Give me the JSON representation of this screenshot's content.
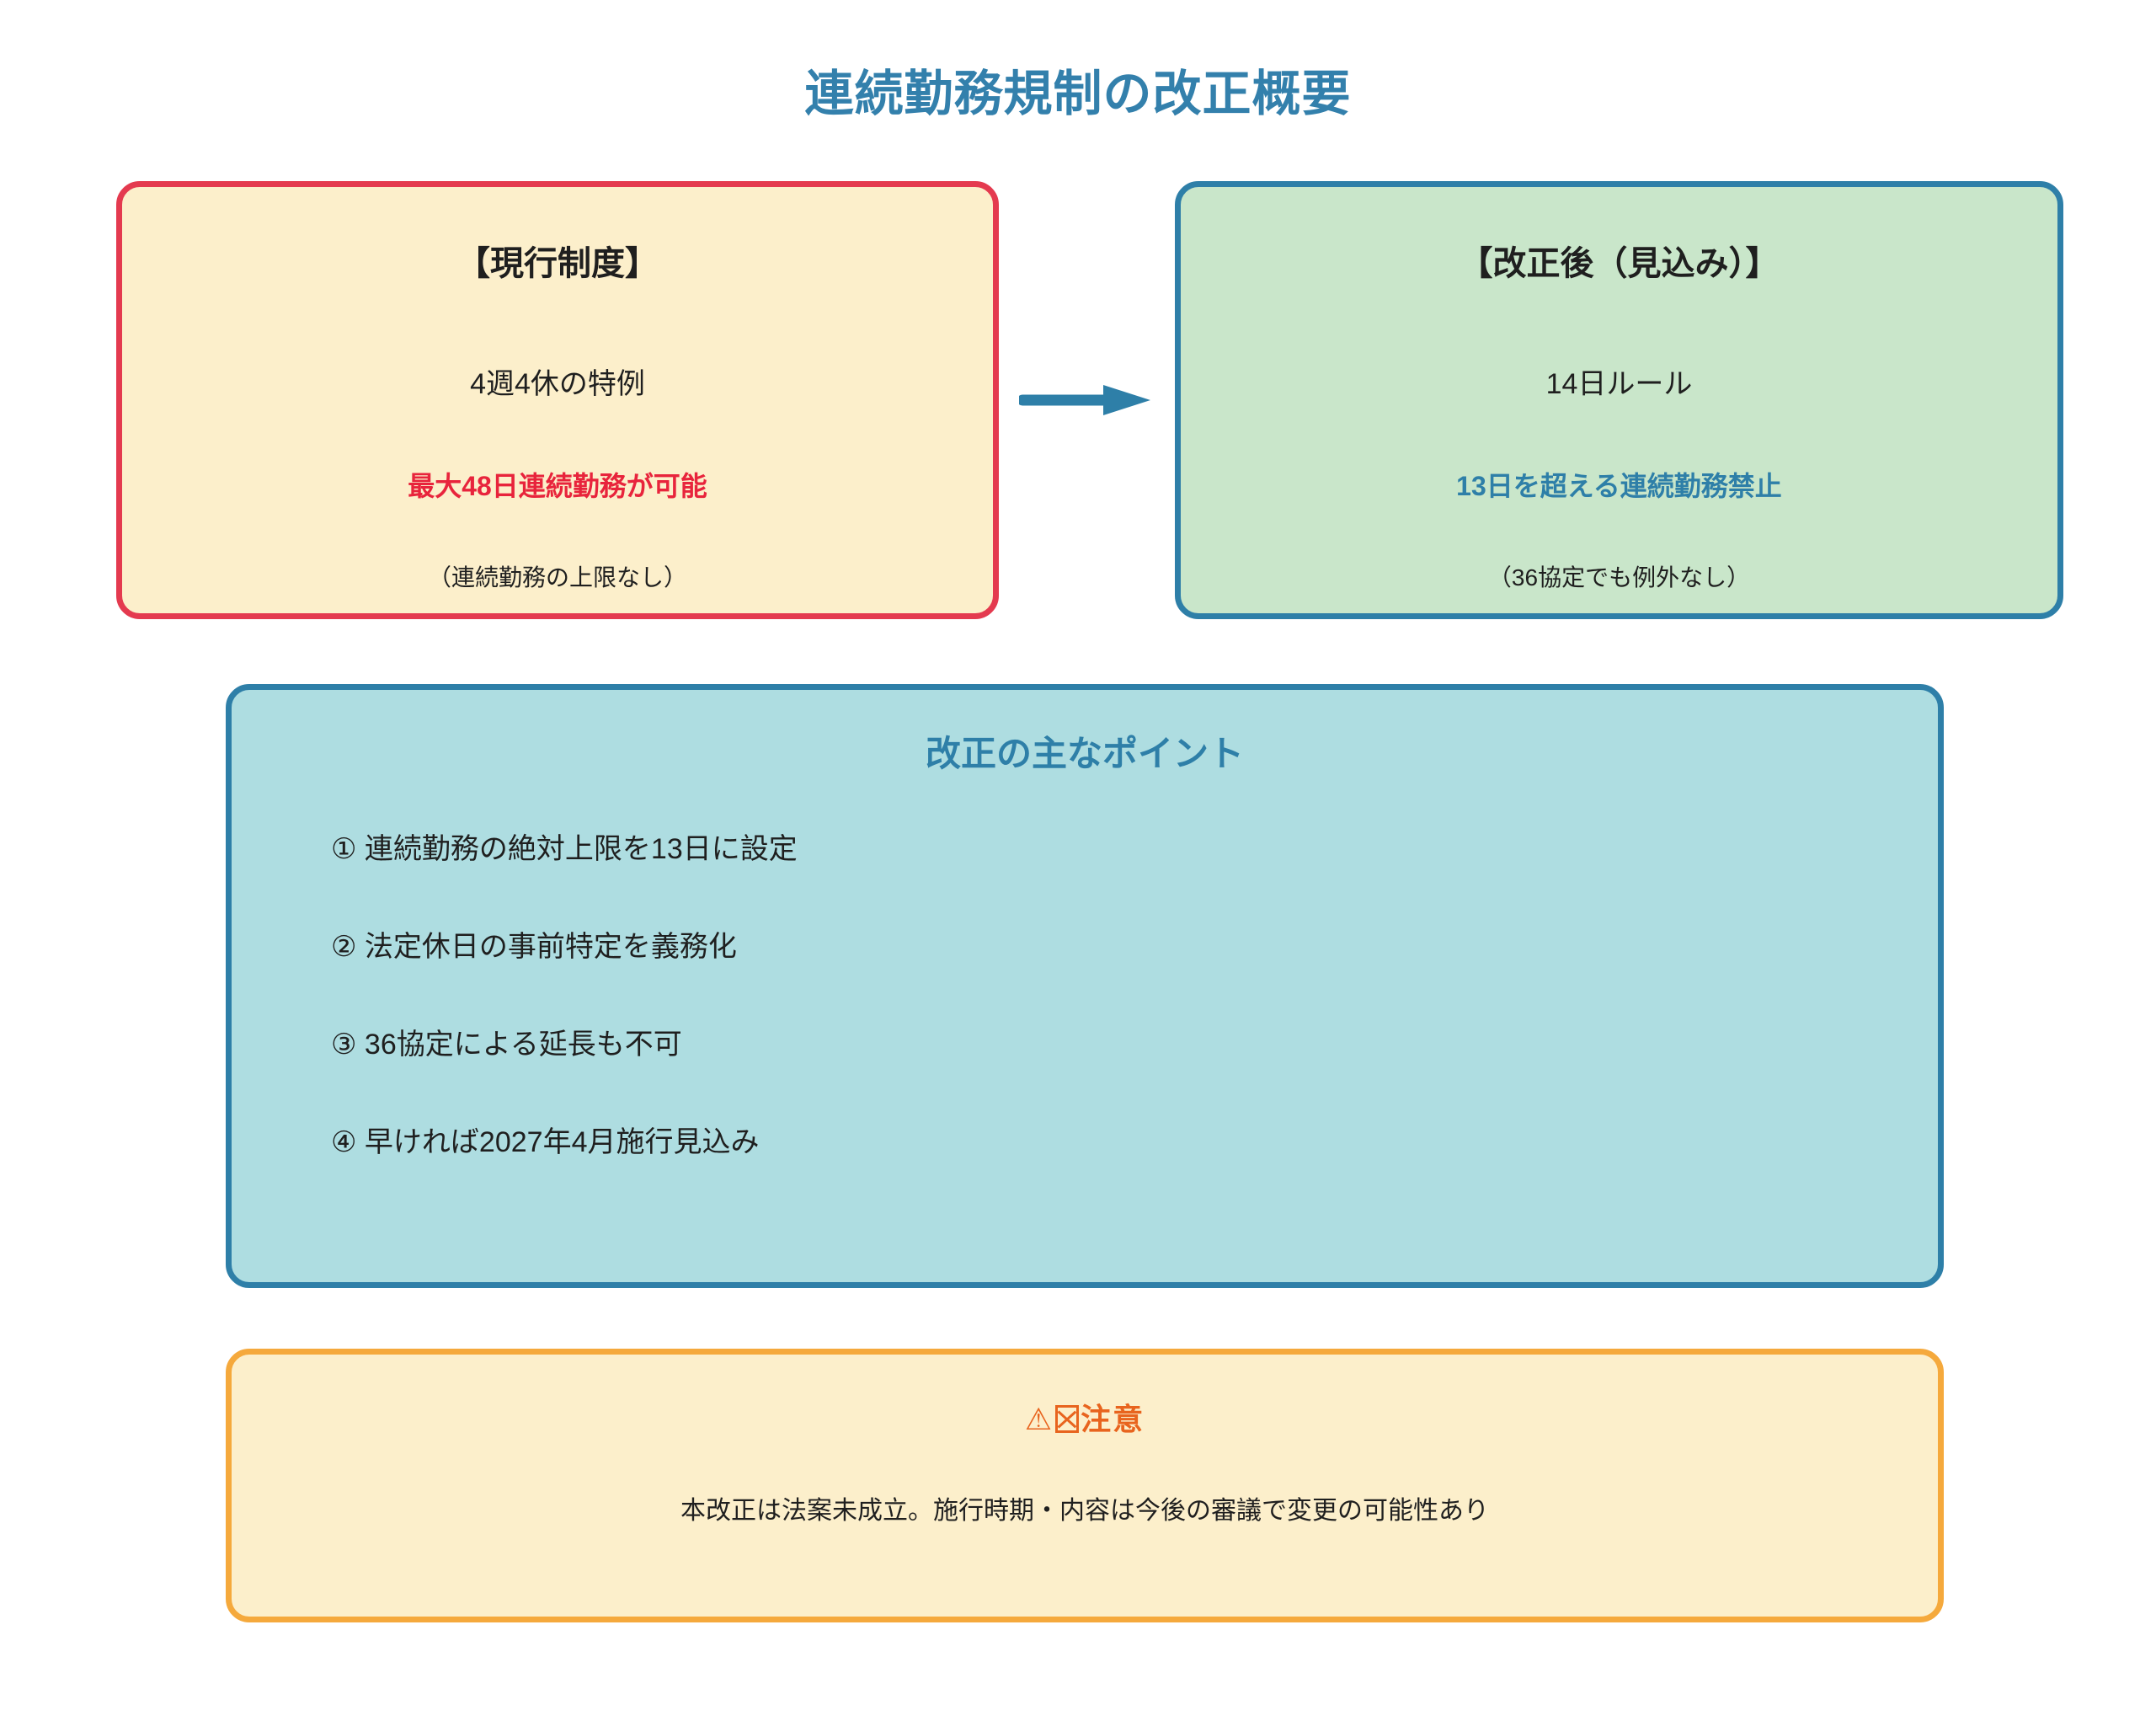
{
  "title": "連続勤務規制の改正概要",
  "colors": {
    "title": "#3380ac",
    "current_border": "#e43a4f",
    "current_fill": "#fcefcb",
    "current_highlight_text": "#e8243c",
    "revised_border": "#2e7fa8",
    "revised_fill": "#c9e6ca",
    "revised_highlight_text": "#2e7fa8",
    "points_fill": "#aedde1",
    "points_border": "#2e7fa8",
    "warning_border": "#f5a93c",
    "warning_fill": "#fcefcb",
    "warning_text": "#e8641e",
    "arrow": "#2e7fa8"
  },
  "current_system": {
    "heading": "【現行制度】",
    "main": "4週4休の特例",
    "highlight": "最大48日連続勤務が可能",
    "note": "（連続勤務の上限なし）"
  },
  "revised_system": {
    "heading": "【改正後（見込み）】",
    "main": "14日ルール",
    "highlight": "13日を超える連続勤務禁止",
    "note": "（36協定でも例外なし）"
  },
  "arrow": {
    "icon": "right-arrow-icon",
    "direction": "right"
  },
  "key_points": {
    "heading": "改正の主なポイント",
    "items": [
      "① 連続勤務の絶対上限を13日に設定",
      "② 法定休日の事前特定を義務化",
      "③ 36協定による延長も不可",
      "④ 早ければ2027年4月施行見込み"
    ]
  },
  "warning": {
    "icon": "warning-triangle-icon",
    "heading_prefix": "⚠",
    "heading": "注意",
    "body": "本改正は法案未成立。施行時期・内容は今後の審議で変更の可能性あり"
  }
}
